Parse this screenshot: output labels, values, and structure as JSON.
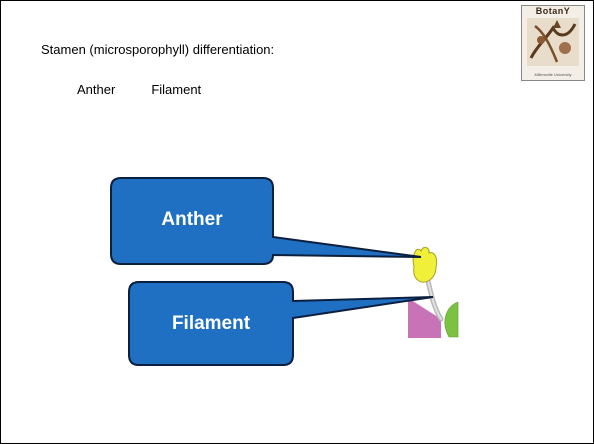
{
  "slide": {
    "title": "Stamen (microsporophyll) differentiation:",
    "terms": [
      "Anther",
      "Filament"
    ]
  },
  "logo": {
    "text": "BotanY",
    "footer": "Millersville University",
    "icon": "botany-logo-icon"
  },
  "callouts": [
    {
      "label": "Anther",
      "color": "#1f6fc3"
    },
    {
      "label": "Filament",
      "color": "#1f6fc3"
    }
  ],
  "colors": {
    "callout_fill": "#1f6fc3",
    "callout_stroke": "#0b1f3f",
    "anther": "#f0ef3a",
    "filament": "#c8c8c8",
    "petal": "#c872b8",
    "leaf": "#7cc242"
  }
}
